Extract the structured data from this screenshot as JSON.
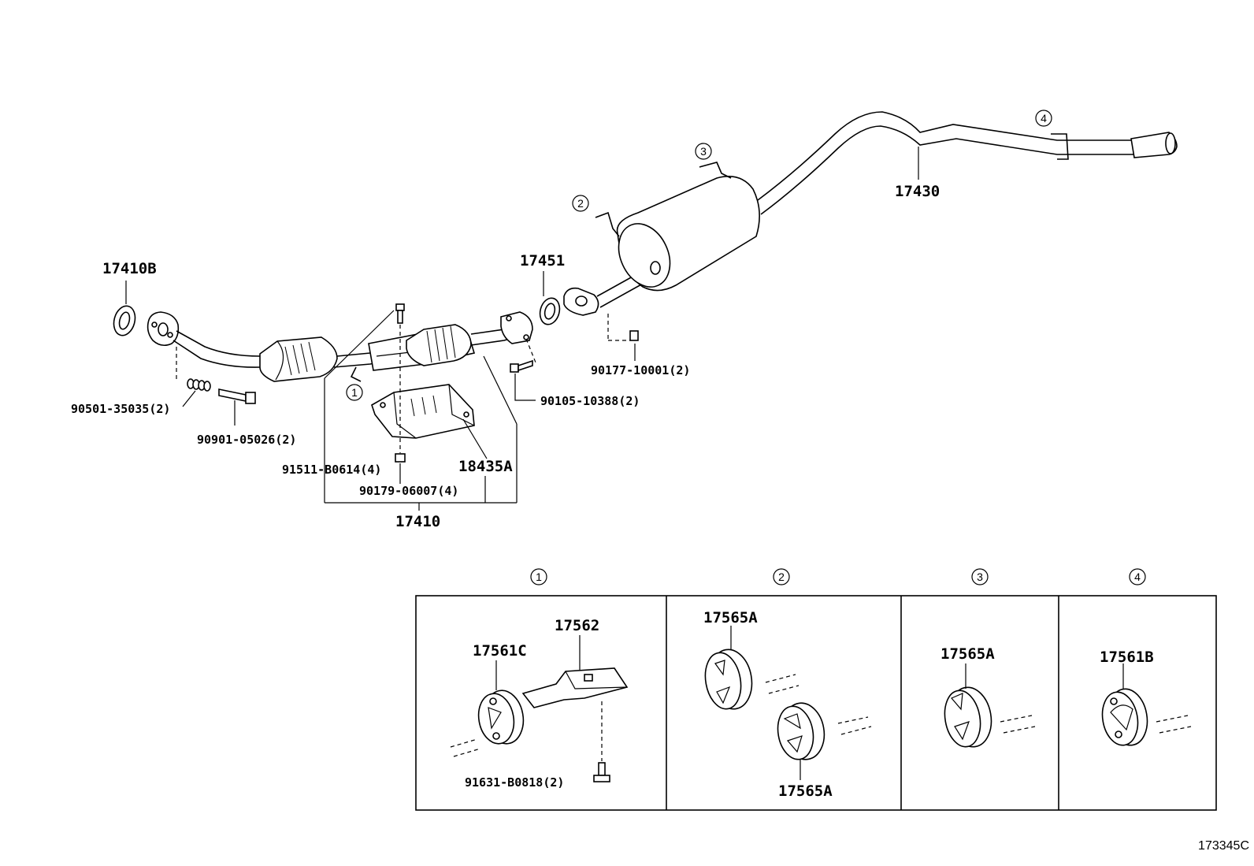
{
  "diagram": {
    "reference_code": "173345C",
    "part_labels": {
      "p17410B": "17410B",
      "p17451": "17451",
      "p17430": "17430",
      "p90177": "90177-10001(2)",
      "p90105": "90105-10388(2)",
      "p90501": "90501-35035(2)",
      "p90901": "90901-05026(2)",
      "p91511": "91511-B0614(4)",
      "p18435A": "18435A",
      "p90179": "90179-06007(4)",
      "p17410": "17410"
    },
    "callouts": {
      "c1": "1",
      "c2": "2",
      "c3": "3",
      "c4": "4"
    },
    "detail_headers": [
      "1",
      "2",
      "3",
      "4"
    ],
    "detail_labels": {
      "p17561C": "17561C",
      "p17562": "17562",
      "p91631": "91631-B0818(2)",
      "p17565A_a": "17565A",
      "p17565A_b": "17565A",
      "p17565A_c": "17565A",
      "p17561B": "17561B"
    }
  }
}
